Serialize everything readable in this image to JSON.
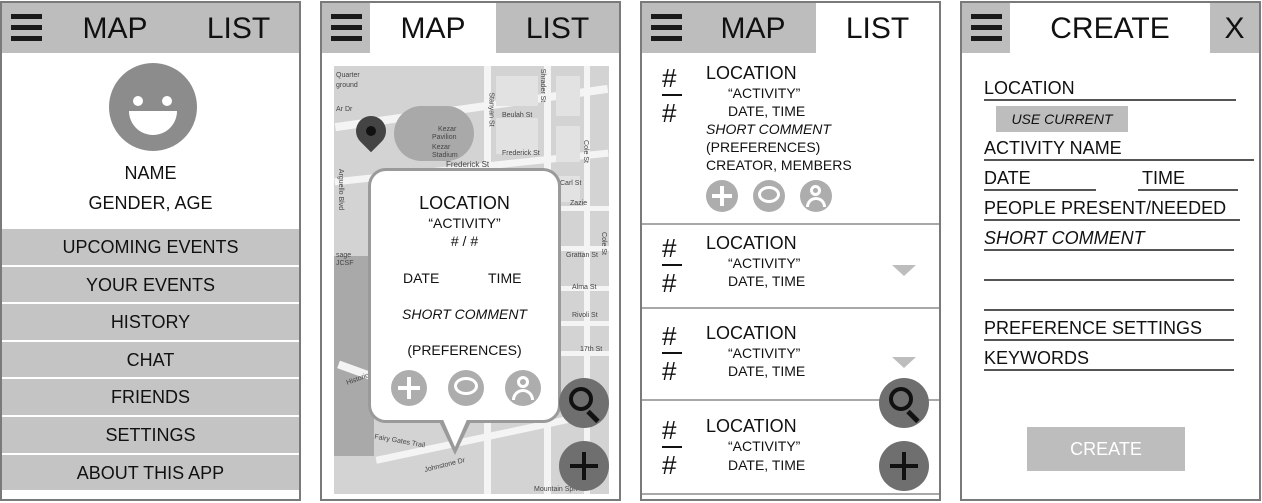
{
  "screens": {
    "profile": {
      "tabs": {
        "map": "MAP",
        "list": "LIST"
      },
      "name": "NAME",
      "gender_age": "GENDER, AGE",
      "menu": [
        "UPCOMING EVENTS",
        "YOUR EVENTS",
        "HISTORY",
        "CHAT",
        "FRIENDS",
        "SETTINGS",
        "ABOUT THIS APP"
      ]
    },
    "map": {
      "tabs": {
        "map": "MAP",
        "list": "LIST"
      },
      "map_labels": [
        "Quarter",
        "ground",
        "Kezar",
        "Pavilion",
        "Kezar",
        "Stadium",
        "Frederick St",
        "Frederick St",
        "Beulah St",
        "Stanyan St",
        "Shrader St",
        "Cole St",
        "Carl St",
        "Zazie",
        "Arguello Blvd",
        "Grattan St",
        "Cole St",
        "Alma St",
        "Rivoli St",
        "17th St",
        "sage",
        "JCSF",
        "Historic",
        "Fairy Gates Trail",
        "Johnstone Dr",
        "Mountain Spri",
        "Ar Dr"
      ],
      "popup": {
        "location": "LOCATION",
        "activity": "“ACTIVITY”",
        "count": "# / #",
        "date": "DATE",
        "time": "TIME",
        "comment": "SHORT COMMENT",
        "preferences": "(PREFERENCES)"
      }
    },
    "list": {
      "tabs": {
        "map": "MAP",
        "list": "LIST"
      },
      "expanded": {
        "hash_top": "#",
        "hash_bottom": "#",
        "location": "LOCATION",
        "activity": "“ACTIVITY”",
        "date_time": "DATE, TIME",
        "comment": "SHORT COMMENT",
        "preferences": "(PREFERENCES)",
        "creator_members": "CREATOR, MEMBERS"
      },
      "items": [
        {
          "hash_top": "#",
          "hash_bottom": "#",
          "location": "LOCATION",
          "activity": "“ACTIVITY”",
          "date_time": "DATE, TIME"
        },
        {
          "hash_top": "#",
          "hash_bottom": "#",
          "location": "LOCATION",
          "activity": "“ACTIVITY”",
          "date_time": "DATE, TIME"
        },
        {
          "hash_top": "#",
          "hash_bottom": "#",
          "location": "LOCATION",
          "activity": "“ACTIVITY”",
          "date_time": "DATE, TIME"
        }
      ]
    },
    "create": {
      "title": "CREATE",
      "close": "X",
      "location_label": "LOCATION",
      "use_current": "USE CURRENT",
      "activity_name": "ACTIVITY NAME",
      "date": "DATE",
      "time": "TIME",
      "people": "PEOPLE PRESENT/NEEDED",
      "short_comment": "SHORT COMMENT",
      "preference_settings": "PREFERENCE SETTINGS",
      "keywords": "KEYWORDS",
      "create_button": "CREATE"
    }
  },
  "colors": {
    "bar_gray": "#bdbdbd",
    "menu_gray": "#c4c4c4",
    "fab_gray": "#6f6f6f",
    "icon_gray": "#adadad"
  }
}
